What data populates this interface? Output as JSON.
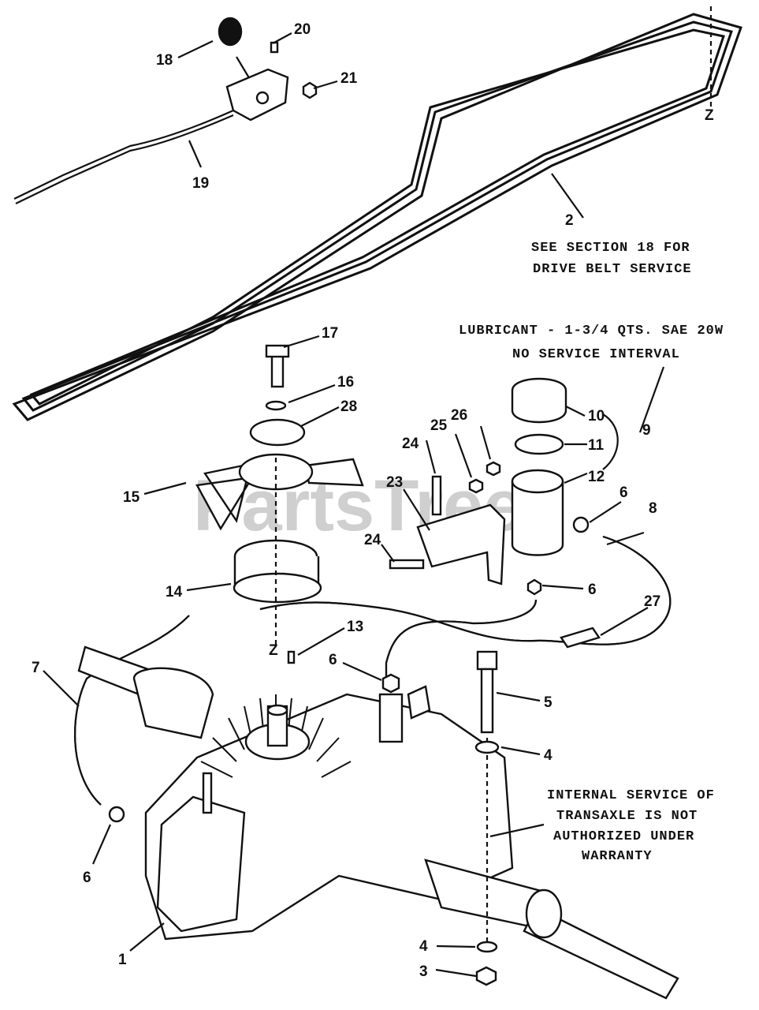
{
  "watermark": "PartsTree",
  "axis_marker": "Z",
  "part_labels": {
    "p1": "1",
    "p2": "2",
    "p3": "3",
    "p4a": "4",
    "p4b": "4",
    "p5": "5",
    "p6a": "6",
    "p6b": "6",
    "p6c": "6",
    "p6d": "6",
    "p7": "7",
    "p8": "8",
    "p9": "9",
    "p10": "10",
    "p11": "11",
    "p12": "12",
    "p13": "13",
    "p14": "14",
    "p15": "15",
    "p16": "16",
    "p17": "17",
    "p18": "18",
    "p19": "19",
    "p20": "20",
    "p21": "21",
    "p23": "23",
    "p24a": "24",
    "p24b": "24",
    "p25": "25",
    "p26": "26",
    "p27": "27",
    "p28": "28"
  },
  "notes": {
    "drive_belt": [
      "SEE SECTION 18 FOR",
      "DRIVE BELT SERVICE"
    ],
    "lubricant": [
      "LUBRICANT - 1-3/4 QTS. SAE 20W",
      "NO SERVICE INTERVAL"
    ],
    "warranty": [
      "INTERNAL SERVICE OF",
      "TRANSAXLE IS NOT",
      "AUTHORIZED UNDER",
      "WARRANTY"
    ]
  }
}
